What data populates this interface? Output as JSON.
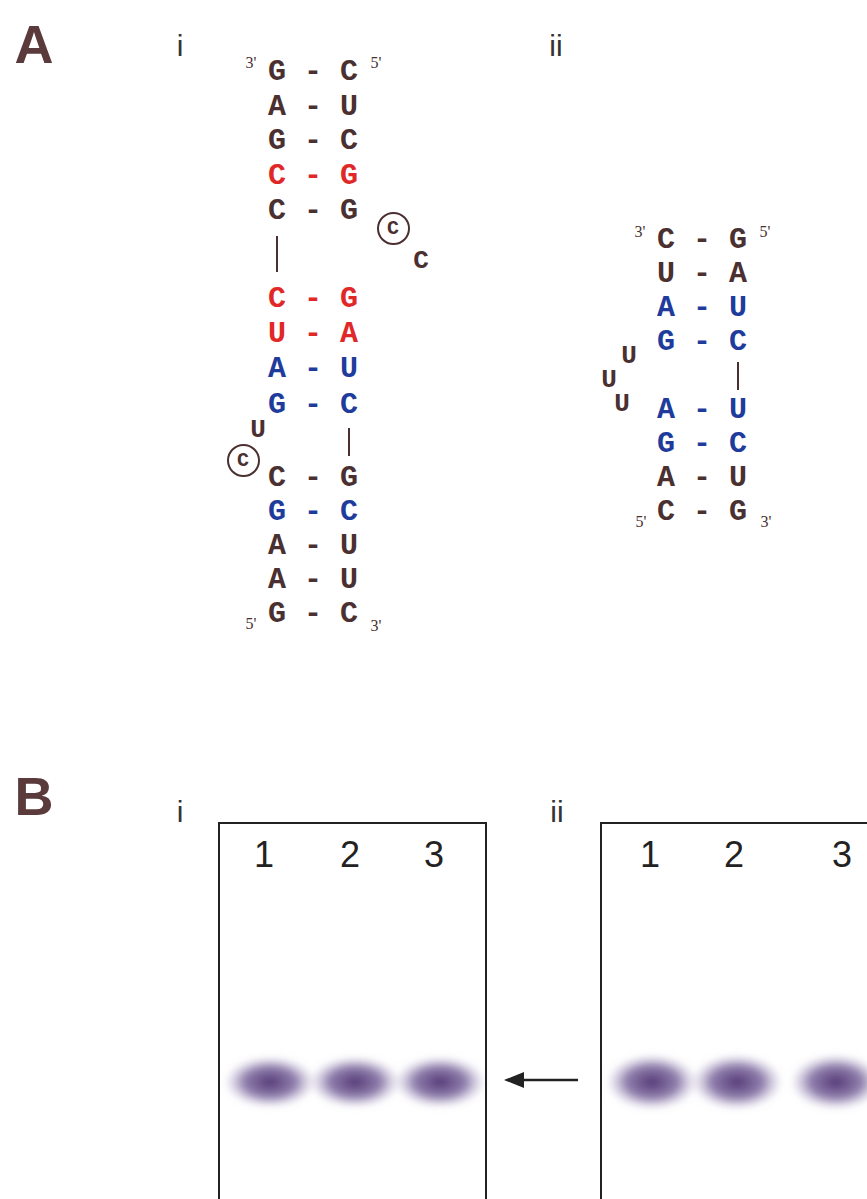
{
  "diagram": {
    "nodes": [
      {
        "text": [
          "C"
        ]
      },
      {
        "text": [
          "C"
        ]
      },
      {
        "text": [
          "1",
          "2",
          "3"
        ]
      },
      {
        "text": [
          "1",
          "2",
          "3"
        ]
      }
    ],
    "labels": [
      "A",
      "i",
      "ii",
      "3'",
      "G - C",
      "5'",
      "A - U",
      "G - C",
      "C - G",
      "C - G",
      "C",
      "C - G",
      "U - A",
      "A - U",
      "U",
      "G - C",
      "C - G",
      "G - C",
      "A - U",
      "A - U",
      "5'",
      "G - C",
      "3'",
      "3'",
      "C - G",
      "5'",
      "U - A",
      "A - U",
      "U",
      "G - C",
      "U",
      "U",
      "A - U",
      "G - C",
      "A - U",
      "5'",
      "C - G",
      "3'",
      "B",
      "i",
      "ii"
    ]
  }
}
